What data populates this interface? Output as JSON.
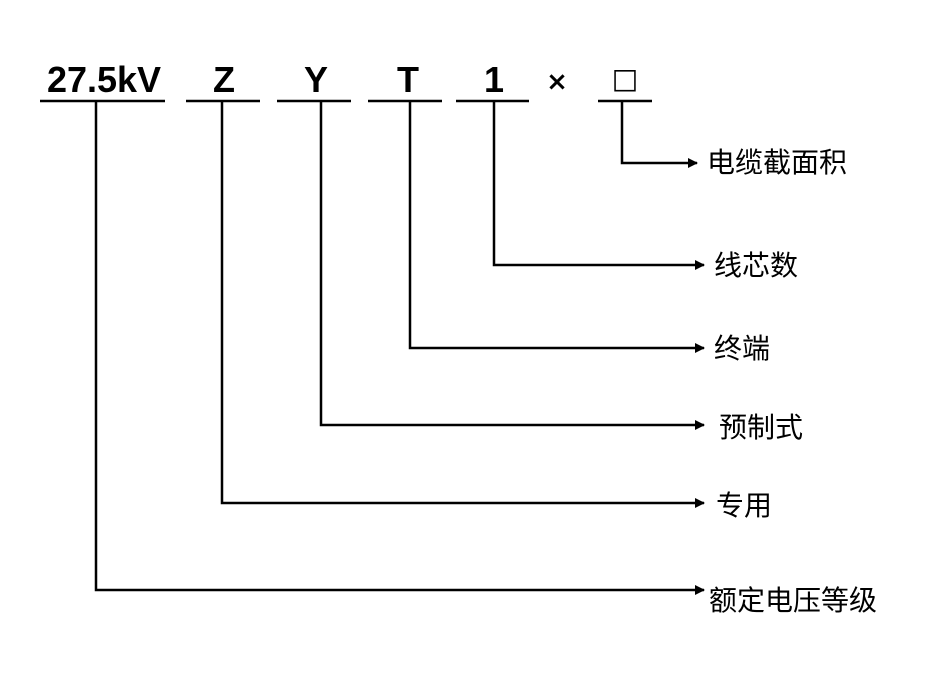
{
  "code": {
    "rated_voltage": "27.5kV",
    "purpose": "Z",
    "prefab": "Y",
    "terminal": "T",
    "cores": "1",
    "times": "×",
    "section": "□"
  },
  "labels": {
    "section": "电缆截面积",
    "cores": "线芯数",
    "terminal": "终端",
    "prefab": "预制式",
    "purpose": "专用",
    "rated_voltage": "额定电压等级"
  }
}
